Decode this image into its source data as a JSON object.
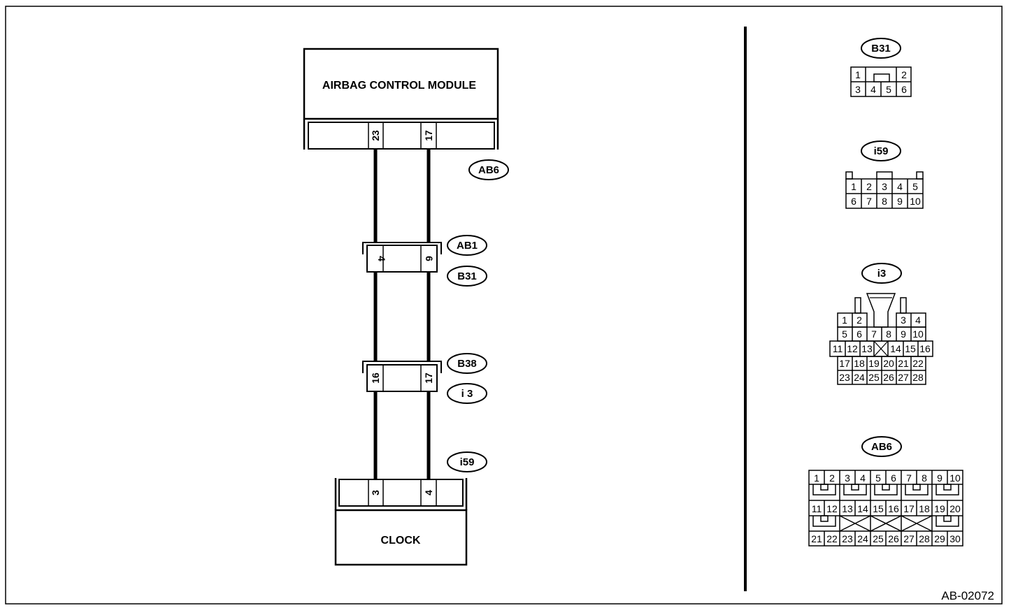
{
  "figure_id": "AB-02072",
  "modules": {
    "airbag_control_module": "AIRBAG CONTROL MODULE",
    "clock": "CLOCK"
  },
  "acm_connector": {
    "pins": [
      "23",
      "17"
    ],
    "tag": "AB6"
  },
  "connector_ab1_b31": {
    "pins": [
      "4",
      "6"
    ],
    "tags": [
      "AB1",
      "B31"
    ]
  },
  "connector_b38_i3": {
    "pins": [
      "16",
      "17"
    ],
    "tags": [
      "B38",
      "i 3"
    ]
  },
  "clock_connector": {
    "pins": [
      "3",
      "4"
    ],
    "tag": "i59"
  },
  "faces": {
    "b31": {
      "tag": "B31",
      "row1": [
        "1",
        "2"
      ],
      "row2": [
        "3",
        "4",
        "5",
        "6"
      ]
    },
    "i59": {
      "tag": "i59",
      "row1": [
        "1",
        "2",
        "3",
        "4",
        "5"
      ],
      "row2": [
        "6",
        "7",
        "8",
        "9",
        "10"
      ]
    },
    "i3": {
      "tag": "i3",
      "row1": [
        "1",
        "2",
        "3",
        "4"
      ],
      "row2": [
        "5",
        "6",
        "7",
        "8",
        "9",
        "10"
      ],
      "row3": [
        "11",
        "12",
        "13",
        "14",
        "15",
        "16"
      ],
      "row4": [
        "17",
        "18",
        "19",
        "20",
        "21",
        "22"
      ],
      "row5": [
        "23",
        "24",
        "25",
        "26",
        "27",
        "28"
      ]
    },
    "ab6": {
      "tag": "AB6",
      "row1": [
        "1",
        "2",
        "3",
        "4",
        "5",
        "6",
        "7",
        "8",
        "9",
        "10"
      ],
      "row2": [
        "11",
        "12",
        "13",
        "14",
        "15",
        "16",
        "17",
        "18",
        "19",
        "20"
      ],
      "row3": [
        "21",
        "22",
        "23",
        "24",
        "25",
        "26",
        "27",
        "28",
        "29",
        "30"
      ]
    }
  }
}
